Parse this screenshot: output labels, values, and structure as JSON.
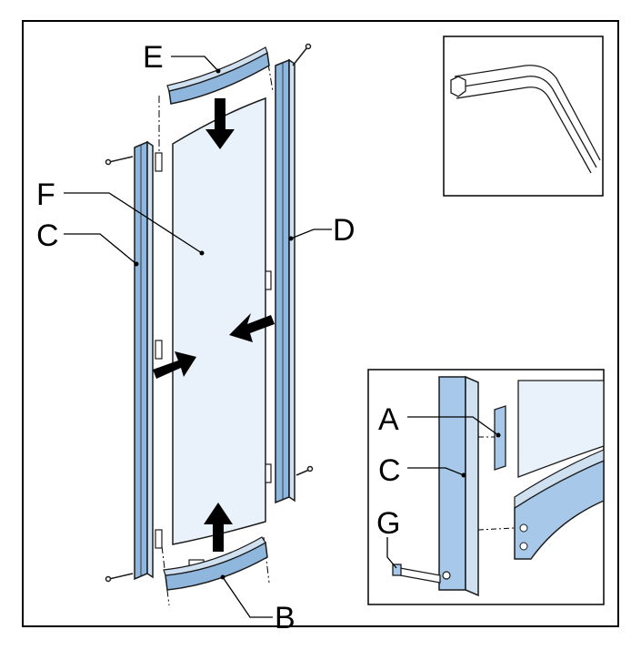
{
  "diagram": {
    "labels": {
      "a": "A",
      "b": "B",
      "c": "C",
      "d": "D",
      "e": "E",
      "f": "F",
      "g": "G"
    },
    "colors": {
      "frame": "#000000",
      "profile_fill": "#a7c8e8",
      "profile_edge": "#1b1b1b",
      "glass_fill": "#e9f2fa",
      "arrow": "#000000"
    },
    "icons": [
      "hex-key-icon",
      "arrow-down-icon",
      "arrow-up-icon",
      "arrow-right-icon",
      "arrow-left-icon"
    ]
  }
}
